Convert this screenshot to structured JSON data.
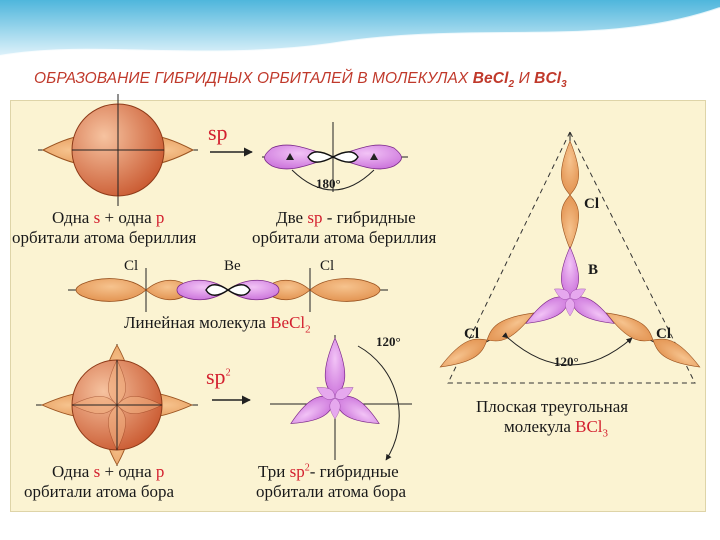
{
  "header": {
    "title_main": "ОБРАЗОВАНИЕ ГИБРИДНЫХ ОРБИТАЛЕЙ В МОЛЕКУЛАХ ",
    "title_formula1": "BeCl",
    "title_sub1": "2",
    "title_and": " И ",
    "title_formula2": "BCl",
    "title_sub2": "3"
  },
  "sp_block": {
    "label": "sp",
    "angle": "180°",
    "left_line1_a": "Одна ",
    "left_s": "s",
    "left_line1_b": " + одна ",
    "left_p": "p",
    "left_line2": "орбитали атома бериллия",
    "right_line1_a": "Две ",
    "right_sp": "sp",
    "right_line1_b": " - гибридные",
    "right_line2": "орбитали атома бериллия"
  },
  "becl2": {
    "cl_left": "Cl",
    "be": "Be",
    "cl_right": "Cl",
    "caption": "Линейная молекула ",
    "formula": "BeCl",
    "formula_sub": "2"
  },
  "sp2_block": {
    "label": "sp",
    "label_sup": "2",
    "angle": "120°",
    "left_line1_a": "Одна ",
    "left_s": "s",
    "left_line1_b": " + одна ",
    "left_p": "p",
    "left_line2": "орбитали атома бора",
    "right_line1_a": "Три ",
    "right_sp": "sp",
    "right_sup": "2",
    "right_line1_b": "- гибридные",
    "right_line2": "орбитали атома бора"
  },
  "bcl3": {
    "cl_top": "Cl",
    "b": "B",
    "cl_left": "Cl",
    "cl_right": "Cl",
    "angle": "120°",
    "caption1": "Плоская треугольная",
    "caption2": "молекула ",
    "formula": "BCl",
    "formula_sub": "3"
  },
  "colors": {
    "orange_lobe": "#e8944a",
    "pink_lobe": "#d57ae0",
    "sphere": "#d96a3c",
    "accent_red": "#d3202f",
    "panel_bg": "#fbf3d2"
  }
}
